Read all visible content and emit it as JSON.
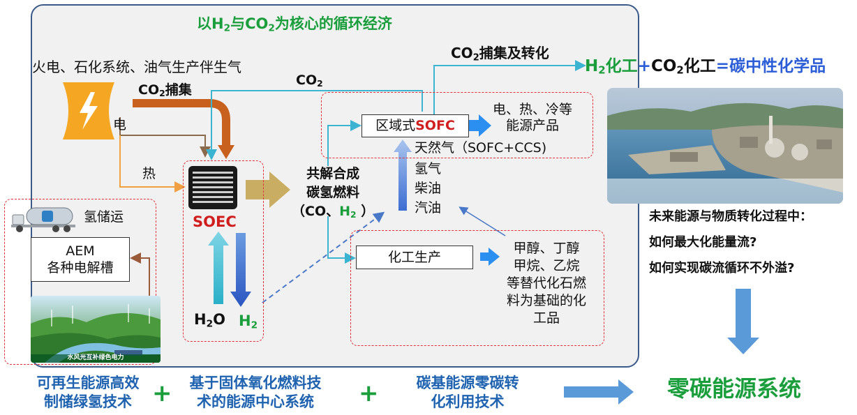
{
  "colors": {
    "panel_border": "#3a5a8a",
    "dash_red": "#e0303a",
    "title_green": "#1a9e3c",
    "accent_blue": "#2a5dd6",
    "cyan_line": "#3bb4d2",
    "orange_arrow": "#d06a1e",
    "sofc_red": "#d01e1e"
  },
  "title": {
    "prefix": "以H",
    "sub1": "2",
    "mid": "与CO",
    "sub2": "2",
    "suffix": "为核心的循环经济"
  },
  "sources_label": "火电、石化系统、油气生产伴生气",
  "co2_capture": {
    "prefix": "CO",
    "sub": "2",
    "suffix": "捕集"
  },
  "co2_label": {
    "prefix": "CO",
    "sub": "2"
  },
  "electricity_label": "电",
  "heat_label": "热",
  "co2_capture_conversion": {
    "prefix": "CO",
    "sub": "2",
    "suffix": "捕集及转化"
  },
  "formula": {
    "h2_prefix": "H",
    "h2_sub": "2",
    "h2_suffix": "化工",
    "plus": "+",
    "co2_prefix": "CO",
    "co2_sub": "2",
    "co2_suffix": "化工",
    "equals": "=",
    "result": "碳中性化学品"
  },
  "sofc_box": {
    "prefix": "区域式",
    "highlight": "SOFC"
  },
  "energy_products": [
    "电、热、冷等",
    "能源产品"
  ],
  "sofc_ccs": "天然气（SOFC+CCS)",
  "fuels": [
    "氢气",
    "柴油",
    "汽油"
  ],
  "co_electrolysis": {
    "line1": "共解合成",
    "line2": "碳氢燃料",
    "line3_prefix": "（CO、",
    "line3_h2": "H",
    "line3_sub": "2",
    "line3_suffix": " ）"
  },
  "soec_label": "SOEC",
  "h2o": {
    "prefix": "H",
    "sub": "2",
    "suffix": "O"
  },
  "h2": {
    "prefix": "H",
    "sub": "2"
  },
  "chem_box": "化工生产",
  "chem_products": [
    "甲醇、丁醇",
    "甲烷、乙烷",
    "等替代化石燃",
    "料为基础的化",
    "工品"
  ],
  "hydrogen_storage": "氢储运",
  "aem_box": [
    "AEM",
    "各种电解槽"
  ],
  "green_power_caption": "水风光互补绿色电力",
  "questions": [
    "未来能源与物质转化过程中：",
    "如何最大化能量流?",
    "如何实现碳流循环不外溢?"
  ],
  "bottom": {
    "tech1": [
      "可再生能源高效",
      "制储绿氢技术"
    ],
    "plus": "+",
    "tech2": [
      "基于固体氧化燃料技",
      "术的能源中心系统"
    ],
    "tech3": [
      "碳基能源零碳转",
      "化利用技术"
    ],
    "result": "零碳能源系统"
  }
}
